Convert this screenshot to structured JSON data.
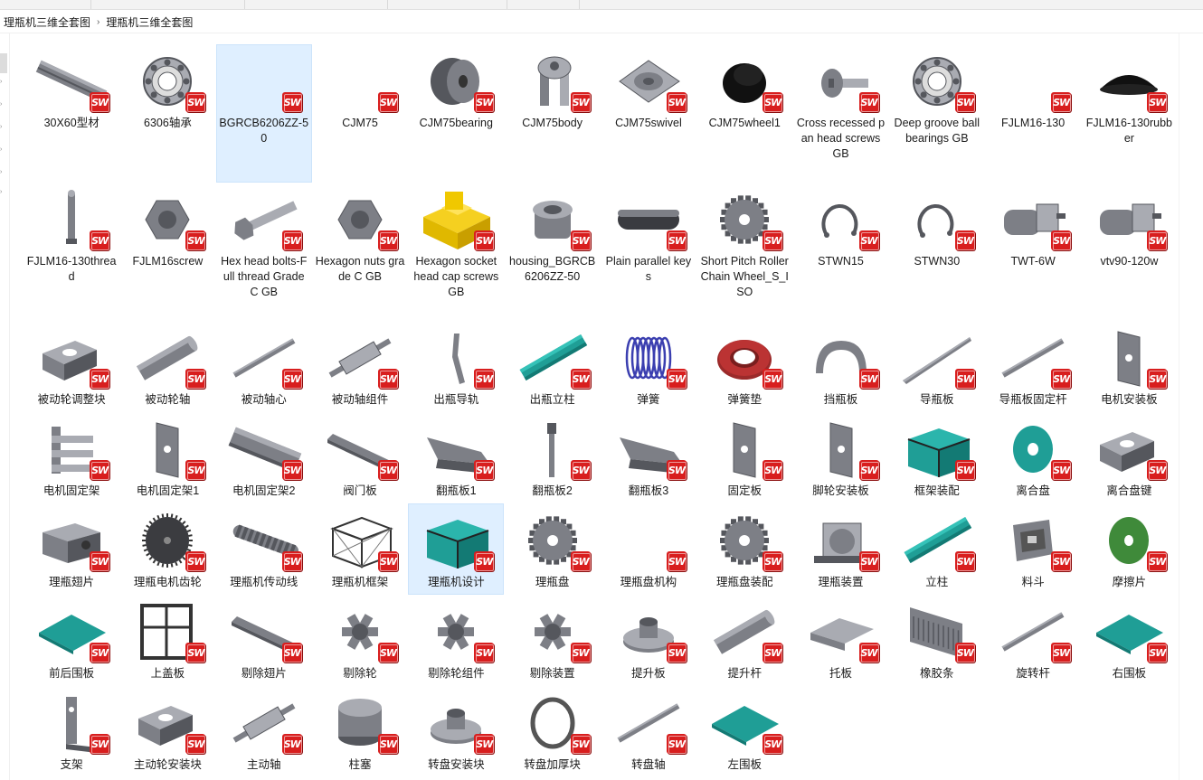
{
  "breadcrumb": [
    "理瓶机三维全套图",
    "理瓶机三维全套图"
  ],
  "colors": {
    "sw_badge": "#d81e1e",
    "selection": "#dfefff"
  },
  "files": [
    {
      "label": "30X60型材",
      "icon": "profile-bar-icon"
    },
    {
      "label": "6306轴承",
      "icon": "bearing-icon"
    },
    {
      "label": "BGRCB6206ZZ-50",
      "icon": "blank-icon",
      "selected": true
    },
    {
      "label": "CJM75",
      "icon": "blank-icon"
    },
    {
      "label": "CJM75bearing",
      "icon": "roller-icon"
    },
    {
      "label": "CJM75body",
      "icon": "caster-body-icon"
    },
    {
      "label": "CJM75swivel",
      "icon": "swivel-plate-icon"
    },
    {
      "label": "CJM75wheel1",
      "icon": "black-wheel-icon"
    },
    {
      "label": "Cross recessed pan head screws GB",
      "icon": "pan-screw-icon"
    },
    {
      "label": "Deep groove ball bearings GB",
      "icon": "bearing-icon"
    },
    {
      "label": "FJLM16-130",
      "icon": "blank-icon"
    },
    {
      "label": "FJLM16-130rubber",
      "icon": "rubber-foot-icon"
    },
    {
      "label": "FJLM16-130thread",
      "icon": "rod-icon"
    },
    {
      "label": "FJLM16screw",
      "icon": "hex-nut-icon"
    },
    {
      "label": "Hex head bolts-Full thread Grade C GB",
      "icon": "bolt-icon"
    },
    {
      "label": "Hexagon nuts grade C GB",
      "icon": "hex-nut-icon"
    },
    {
      "label": "Hexagon socket head cap screws GB",
      "icon": "yellow-block-icon"
    },
    {
      "label": "housing_BGRCB6206ZZ-50",
      "icon": "housing-icon"
    },
    {
      "label": "Plain parallel keys",
      "icon": "key-icon"
    },
    {
      "label": "Short Pitch Roller Chain Wheel_S_ISO",
      "icon": "sprocket-icon"
    },
    {
      "label": "STWN15",
      "icon": "circlip-icon"
    },
    {
      "label": "STWN30",
      "icon": "circlip-icon"
    },
    {
      "label": "TWT-6W",
      "icon": "motor-icon"
    },
    {
      "label": "vtv90-120w",
      "icon": "motor-icon"
    },
    {
      "label": "被动轮调整块",
      "icon": "block-icon"
    },
    {
      "label": "被动轮轴",
      "icon": "cylinder-icon"
    },
    {
      "label": "被动轴心",
      "icon": "shaft-icon"
    },
    {
      "label": "被动轴组件",
      "icon": "shaft-assembly-icon"
    },
    {
      "label": "出瓶导轨",
      "icon": "guide-rail-icon"
    },
    {
      "label": "出瓶立柱",
      "icon": "teal-channel-icon"
    },
    {
      "label": "弹簧",
      "icon": "spring-icon"
    },
    {
      "label": "弹簧垫",
      "icon": "spring-washer-icon"
    },
    {
      "label": "挡瓶板",
      "icon": "curved-plate-icon"
    },
    {
      "label": "导瓶板",
      "icon": "blade-icon"
    },
    {
      "label": "导瓶板固定杆",
      "icon": "shaft-icon"
    },
    {
      "label": "电机安装板",
      "icon": "plate-icon"
    },
    {
      "label": "电机固定架",
      "icon": "bracket-icon"
    },
    {
      "label": "电机固定架1",
      "icon": "plate-icon"
    },
    {
      "label": "电机固定架2",
      "icon": "channel-icon"
    },
    {
      "label": "阀门板",
      "icon": "flat-bar-icon"
    },
    {
      "label": "翻瓶板1",
      "icon": "bent-plate-icon"
    },
    {
      "label": "翻瓶板2",
      "icon": "strip-icon"
    },
    {
      "label": "翻瓶板3",
      "icon": "bent-plate-icon"
    },
    {
      "label": "固定板",
      "icon": "plate-icon"
    },
    {
      "label": "脚轮安装板",
      "icon": "plate-icon"
    },
    {
      "label": "框架装配",
      "icon": "teal-frame-icon"
    },
    {
      "label": "离合盘",
      "icon": "teal-disc-icon"
    },
    {
      "label": "离合盘键",
      "icon": "block-icon"
    },
    {
      "label": "理瓶翅片",
      "icon": "box-icon"
    },
    {
      "label": "理瓶电机齿轮",
      "icon": "gear-icon"
    },
    {
      "label": "理瓶机传动线",
      "icon": "conveyor-icon"
    },
    {
      "label": "理瓶机框架",
      "icon": "frame-icon"
    },
    {
      "label": "理瓶机设计",
      "icon": "teal-frame-icon",
      "selected": true
    },
    {
      "label": "理瓶盘",
      "icon": "sprocket-icon"
    },
    {
      "label": "理瓶盘机构",
      "icon": "blank-icon"
    },
    {
      "label": "理瓶盘装配",
      "icon": "sprocket-icon"
    },
    {
      "label": "理瓶装置",
      "icon": "machine-icon"
    },
    {
      "label": "立柱",
      "icon": "teal-channel-icon"
    },
    {
      "label": "料斗",
      "icon": "hopper-icon"
    },
    {
      "label": "摩擦片",
      "icon": "green-disc-icon"
    },
    {
      "label": "前后围板",
      "icon": "teal-panel-icon"
    },
    {
      "label": "上盖板",
      "icon": "window-frame-icon"
    },
    {
      "label": "剔除翅片",
      "icon": "flat-bar-icon"
    },
    {
      "label": "剔除轮",
      "icon": "star-wheel-icon"
    },
    {
      "label": "剔除轮组件",
      "icon": "star-wheel-icon"
    },
    {
      "label": "剔除装置",
      "icon": "star-wheel-icon"
    },
    {
      "label": "提升板",
      "icon": "flange-icon"
    },
    {
      "label": "提升杆",
      "icon": "cylinder-icon"
    },
    {
      "label": "托板",
      "icon": "tray-icon"
    },
    {
      "label": "橡胶条",
      "icon": "comb-icon"
    },
    {
      "label": "旋转杆",
      "icon": "shaft-icon"
    },
    {
      "label": "右围板",
      "icon": "teal-panel-icon"
    },
    {
      "label": "支架",
      "icon": "angle-bracket-icon"
    },
    {
      "label": "主动轮安装块",
      "icon": "block-icon"
    },
    {
      "label": "主动轴",
      "icon": "shaft-assembly-icon"
    },
    {
      "label": "柱塞",
      "icon": "cylinder-short-icon"
    },
    {
      "label": "转盘安装块",
      "icon": "flange-icon"
    },
    {
      "label": "转盘加厚块",
      "icon": "ring-icon"
    },
    {
      "label": "转盘轴",
      "icon": "shaft-icon"
    },
    {
      "label": "左围板",
      "icon": "teal-panel-icon"
    }
  ],
  "badge_text": "SW"
}
